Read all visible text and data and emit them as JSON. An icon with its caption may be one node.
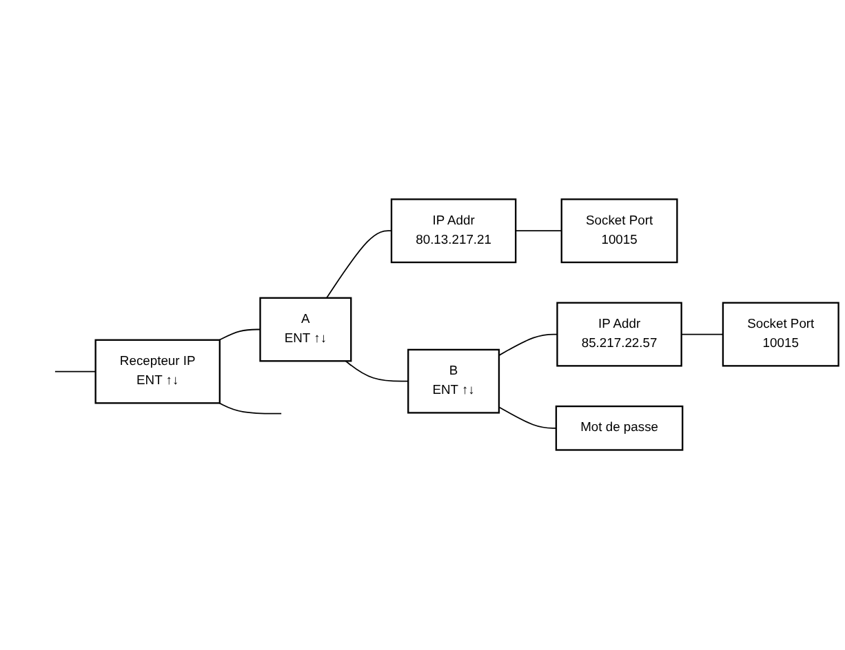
{
  "diagram": {
    "nodes": [
      {
        "text": [
          "Recepteur IP",
          "ENT ↑↓"
        ]
      },
      {
        "text": [
          "A",
          "ENT ↑↓"
        ]
      },
      {
        "text": [
          "IP Addr",
          "80.13.217.21"
        ]
      },
      {
        "text": [
          "Socket Port",
          "10015"
        ]
      },
      {
        "text": [
          "B",
          "ENT ↑↓"
        ]
      },
      {
        "text": [
          "IP Addr",
          "85.217.22.57"
        ]
      },
      {
        "text": [
          "Mot de passe"
        ]
      },
      {
        "text": [
          "Socket Port",
          "10015"
        ]
      }
    ],
    "edges": [
      {
        "from": null,
        "to": 0,
        "arrow": "none"
      },
      {
        "from": 0,
        "to": null,
        "arrow": "none"
      },
      {
        "from": 0,
        "to": 1,
        "arrow": "none"
      },
      {
        "from": 1,
        "to": 2,
        "arrow": "none"
      },
      {
        "from": 2,
        "to": 3,
        "arrow": "none"
      },
      {
        "from": 1,
        "to": 4,
        "arrow": "none"
      },
      {
        "from": 4,
        "to": 5,
        "arrow": "none"
      },
      {
        "from": 5,
        "to": 7,
        "arrow": "none"
      },
      {
        "from": 4,
        "to": 6,
        "arrow": "none"
      }
    ]
  }
}
